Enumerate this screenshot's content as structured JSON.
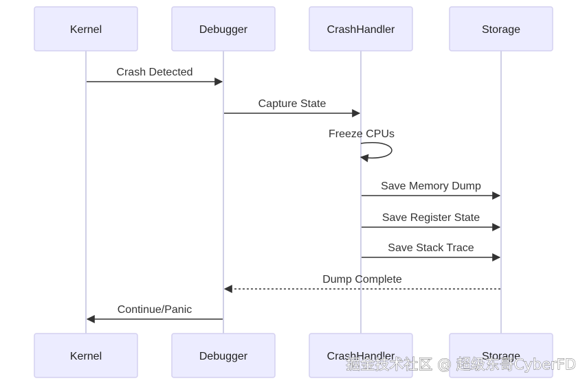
{
  "actors": [
    {
      "id": "kernel",
      "label": "Kernel"
    },
    {
      "id": "debugger",
      "label": "Debugger"
    },
    {
      "id": "crashhandler",
      "label": "CrashHandler"
    },
    {
      "id": "storage",
      "label": "Storage"
    }
  ],
  "messages": [
    {
      "from": "kernel",
      "to": "debugger",
      "label": "Crash Detected",
      "style": "solid"
    },
    {
      "from": "debugger",
      "to": "crashhandler",
      "label": "Capture State",
      "style": "solid"
    },
    {
      "from": "crashhandler",
      "to": "crashhandler",
      "label": "Freeze CPUs",
      "style": "solid"
    },
    {
      "from": "crashhandler",
      "to": "storage",
      "label": "Save Memory Dump",
      "style": "solid"
    },
    {
      "from": "crashhandler",
      "to": "storage",
      "label": "Save Register State",
      "style": "solid"
    },
    {
      "from": "crashhandler",
      "to": "storage",
      "label": "Save Stack Trace",
      "style": "solid"
    },
    {
      "from": "storage",
      "to": "debugger",
      "label": "Dump Complete",
      "style": "dotted"
    },
    {
      "from": "debugger",
      "to": "kernel",
      "label": "Continue/Panic",
      "style": "solid"
    }
  ],
  "watermark": "掘金技术社区 @ 超级东哥CyberFD",
  "colors": {
    "actor_fill": "#ECECFF",
    "actor_border": "#D4D0F0",
    "lifeline": "#CFCFE6",
    "line": "#333333"
  }
}
